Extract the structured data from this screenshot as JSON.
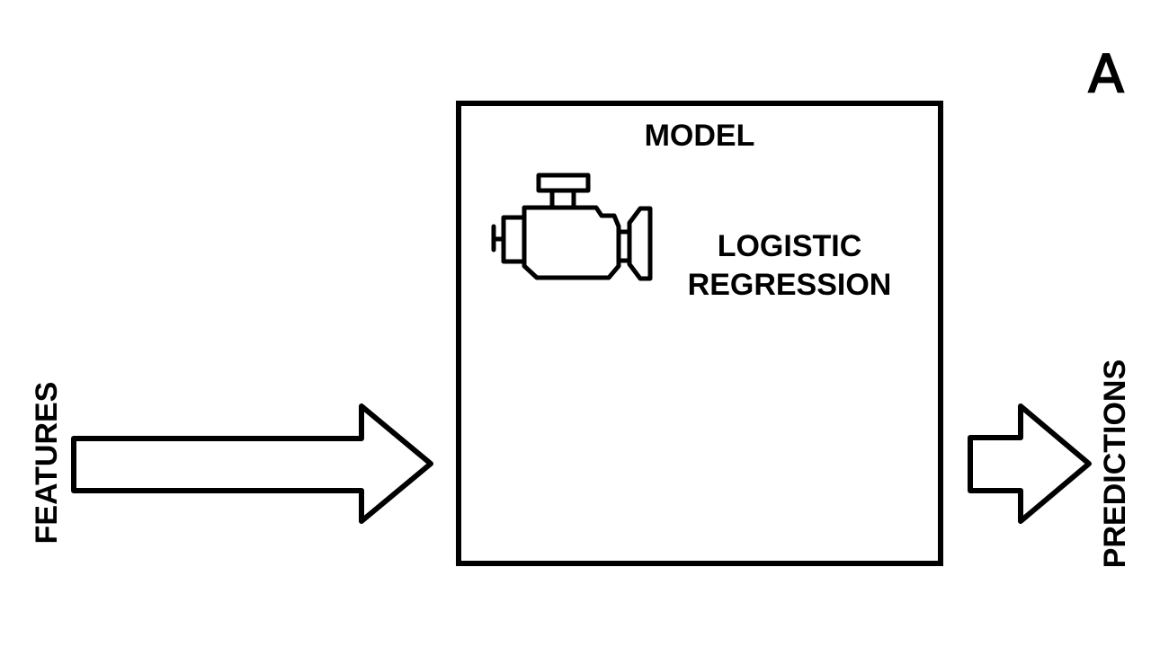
{
  "labels": {
    "corner_mark": "∀",
    "model_title": "MODEL",
    "model_name_line1": "LOGISTIC",
    "model_name_line2": "REGRESSION",
    "input": "FEATURES",
    "output": "PREDICTIONS"
  },
  "icons": {
    "model_icon": "engine-icon",
    "input_arrow": "arrow-right-icon",
    "output_arrow": "arrow-right-icon"
  },
  "colors": {
    "stroke": "#000000",
    "background": "#ffffff"
  }
}
